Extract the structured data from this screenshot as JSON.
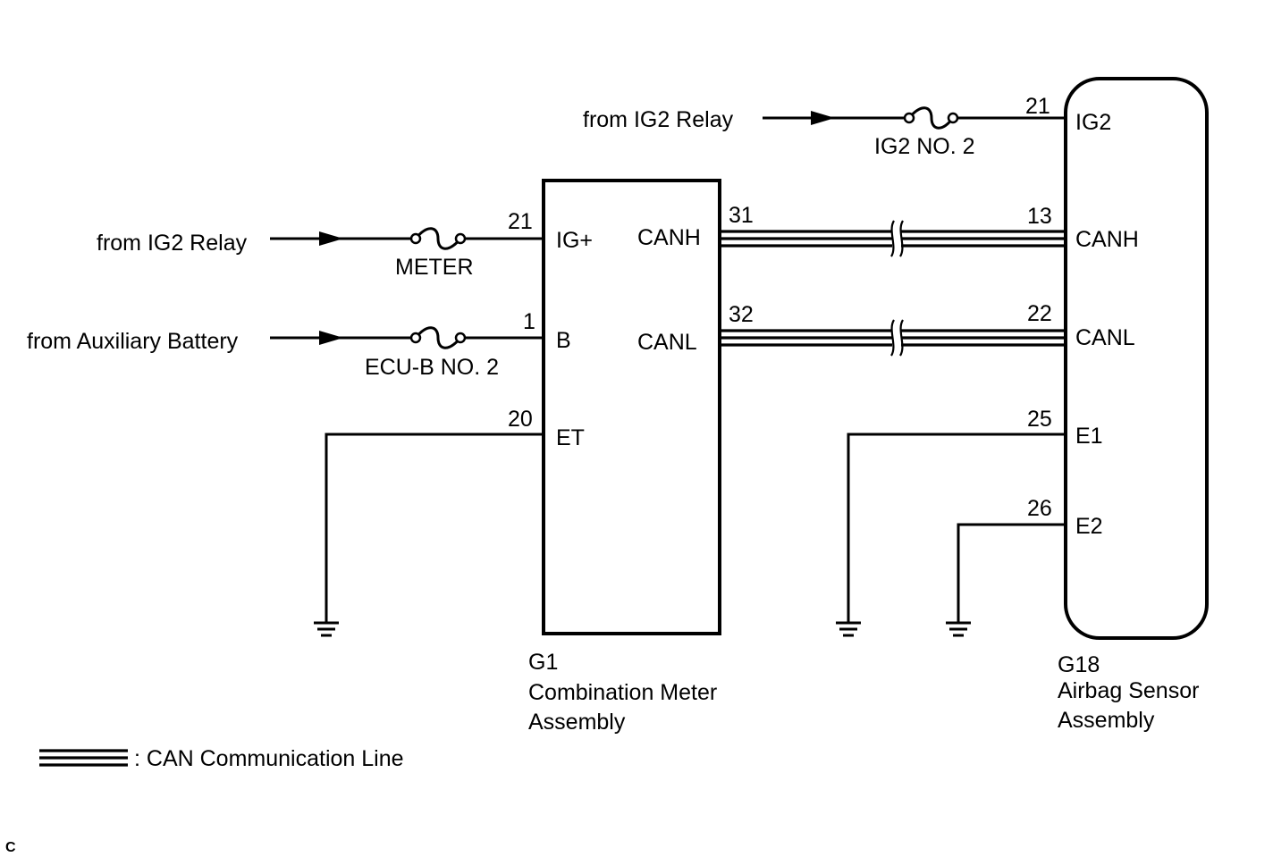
{
  "sources": {
    "ig2_relay_top": "from IG2 Relay",
    "ig2_relay_left": "from IG2 Relay",
    "aux_battery": "from Auxiliary Battery"
  },
  "fuses": {
    "ig2_no2": "IG2 NO. 2",
    "meter": "METER",
    "ecu_b_no2": "ECU-B NO. 2"
  },
  "combination_meter": {
    "code": "G1",
    "name_line1": "Combination Meter",
    "name_line2": "Assembly",
    "pins": {
      "ig_plus": {
        "label": "IG+",
        "number": "21"
      },
      "b": {
        "label": "B",
        "number": "1"
      },
      "et": {
        "label": "ET",
        "number": "20"
      },
      "canh": {
        "label": "CANH",
        "number": "31"
      },
      "canl": {
        "label": "CANL",
        "number": "32"
      }
    }
  },
  "airbag_sensor": {
    "code": "G18",
    "name_line1": "Airbag Sensor",
    "name_line2": "Assembly",
    "pins": {
      "ig2": {
        "label": "IG2",
        "number": "21"
      },
      "canh": {
        "label": "CANH",
        "number": "13"
      },
      "canl": {
        "label": "CANL",
        "number": "22"
      },
      "e1": {
        "label": "E1",
        "number": "25"
      },
      "e2": {
        "label": "E2",
        "number": "26"
      }
    }
  },
  "legend": {
    "text": ": CAN Communication Line"
  },
  "corner_mark": "C"
}
